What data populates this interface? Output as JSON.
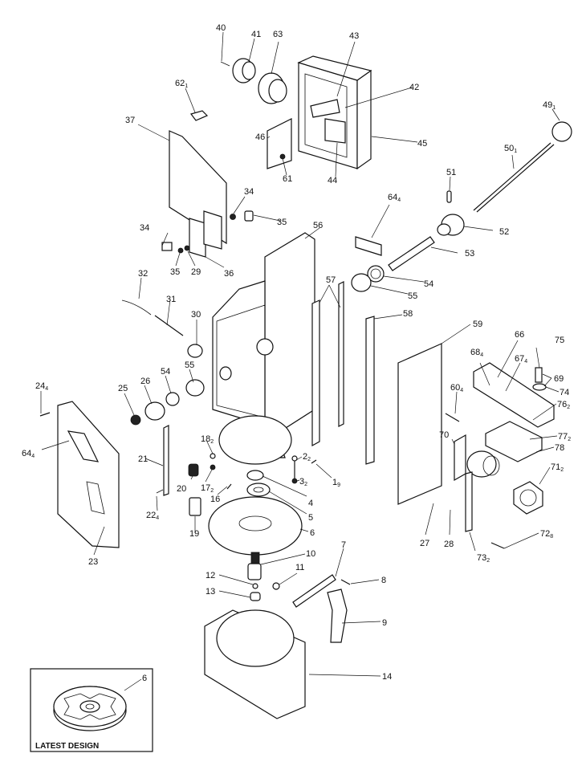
{
  "diagram": {
    "type": "exploded-parts-diagram",
    "callouts": [
      {
        "id": "40",
        "num": "40",
        "sub": ""
      },
      {
        "id": "41",
        "num": "41",
        "sub": ""
      },
      {
        "id": "63",
        "num": "63",
        "sub": ""
      },
      {
        "id": "43",
        "num": "43",
        "sub": ""
      },
      {
        "id": "42",
        "num": "42",
        "sub": ""
      },
      {
        "id": "45",
        "num": "45",
        "sub": ""
      },
      {
        "id": "44",
        "num": "44",
        "sub": ""
      },
      {
        "id": "62",
        "num": "62",
        "sub": "1"
      },
      {
        "id": "37",
        "num": "37",
        "sub": ""
      },
      {
        "id": "46",
        "num": "46",
        "sub": ""
      },
      {
        "id": "61",
        "num": "61",
        "sub": ""
      },
      {
        "id": "49",
        "num": "49",
        "sub": "1"
      },
      {
        "id": "50",
        "num": "50",
        "sub": "1"
      },
      {
        "id": "51",
        "num": "51",
        "sub": ""
      },
      {
        "id": "52",
        "num": "52",
        "sub": ""
      },
      {
        "id": "53",
        "num": "53",
        "sub": ""
      },
      {
        "id": "64a",
        "num": "64",
        "sub": "4"
      },
      {
        "id": "54a",
        "num": "54",
        "sub": ""
      },
      {
        "id": "55a",
        "num": "55",
        "sub": ""
      },
      {
        "id": "34a",
        "num": "34",
        "sub": ""
      },
      {
        "id": "35a",
        "num": "35",
        "sub": ""
      },
      {
        "id": "34b",
        "num": "34",
        "sub": ""
      },
      {
        "id": "35b",
        "num": "35",
        "sub": ""
      },
      {
        "id": "29",
        "num": "29",
        "sub": ""
      },
      {
        "id": "36",
        "num": "36",
        "sub": ""
      },
      {
        "id": "56",
        "num": "56",
        "sub": ""
      },
      {
        "id": "57",
        "num": "57",
        "sub": ""
      },
      {
        "id": "58",
        "num": "58",
        "sub": ""
      },
      {
        "id": "59",
        "num": "59",
        "sub": ""
      },
      {
        "id": "32",
        "num": "32",
        "sub": ""
      },
      {
        "id": "31",
        "num": "31",
        "sub": ""
      },
      {
        "id": "30",
        "num": "30",
        "sub": ""
      },
      {
        "id": "55b",
        "num": "55",
        "sub": ""
      },
      {
        "id": "54b",
        "num": "54",
        "sub": ""
      },
      {
        "id": "26",
        "num": "26",
        "sub": ""
      },
      {
        "id": "25",
        "num": "25",
        "sub": ""
      },
      {
        "id": "24",
        "num": "24",
        "sub": "4"
      },
      {
        "id": "64b",
        "num": "64",
        "sub": "4"
      },
      {
        "id": "21",
        "num": "21",
        "sub": ""
      },
      {
        "id": "22",
        "num": "22",
        "sub": "4"
      },
      {
        "id": "23",
        "num": "23",
        "sub": ""
      },
      {
        "id": "18",
        "num": "18",
        "sub": "2"
      },
      {
        "id": "17",
        "num": "17",
        "sub": "2"
      },
      {
        "id": "20",
        "num": "20",
        "sub": ""
      },
      {
        "id": "19",
        "num": "19",
        "sub": ""
      },
      {
        "id": "16",
        "num": "16",
        "sub": ""
      },
      {
        "id": "2",
        "num": "2",
        "sub": "2"
      },
      {
        "id": "3",
        "num": "3",
        "sub": "2"
      },
      {
        "id": "1",
        "num": "1",
        "sub": "9"
      },
      {
        "id": "4",
        "num": "4",
        "sub": ""
      },
      {
        "id": "5",
        "num": "5",
        "sub": ""
      },
      {
        "id": "6a",
        "num": "6",
        "sub": ""
      },
      {
        "id": "10",
        "num": "10",
        "sub": ""
      },
      {
        "id": "11",
        "num": "11",
        "sub": ""
      },
      {
        "id": "7",
        "num": "7",
        "sub": ""
      },
      {
        "id": "8",
        "num": "8",
        "sub": ""
      },
      {
        "id": "12",
        "num": "12",
        "sub": ""
      },
      {
        "id": "13",
        "num": "13",
        "sub": ""
      },
      {
        "id": "9",
        "num": "9",
        "sub": ""
      },
      {
        "id": "14",
        "num": "14",
        "sub": ""
      },
      {
        "id": "66",
        "num": "66",
        "sub": ""
      },
      {
        "id": "75",
        "num": "75",
        "sub": ""
      },
      {
        "id": "68",
        "num": "68",
        "sub": "4"
      },
      {
        "id": "67",
        "num": "67",
        "sub": "4"
      },
      {
        "id": "69",
        "num": "69",
        "sub": ""
      },
      {
        "id": "74",
        "num": "74",
        "sub": ""
      },
      {
        "id": "60",
        "num": "60",
        "sub": "4"
      },
      {
        "id": "76",
        "num": "76",
        "sub": "2"
      },
      {
        "id": "77",
        "num": "77",
        "sub": "2"
      },
      {
        "id": "78",
        "num": "78",
        "sub": ""
      },
      {
        "id": "70",
        "num": "70",
        "sub": ""
      },
      {
        "id": "71",
        "num": "71",
        "sub": "2"
      },
      {
        "id": "27",
        "num": "27",
        "sub": ""
      },
      {
        "id": "28",
        "num": "28",
        "sub": ""
      },
      {
        "id": "72",
        "num": "72",
        "sub": "8"
      },
      {
        "id": "73",
        "num": "73",
        "sub": "2"
      }
    ],
    "inset": {
      "title": "LATEST DESIGN",
      "callout": {
        "num": "6",
        "sub": ""
      }
    }
  }
}
